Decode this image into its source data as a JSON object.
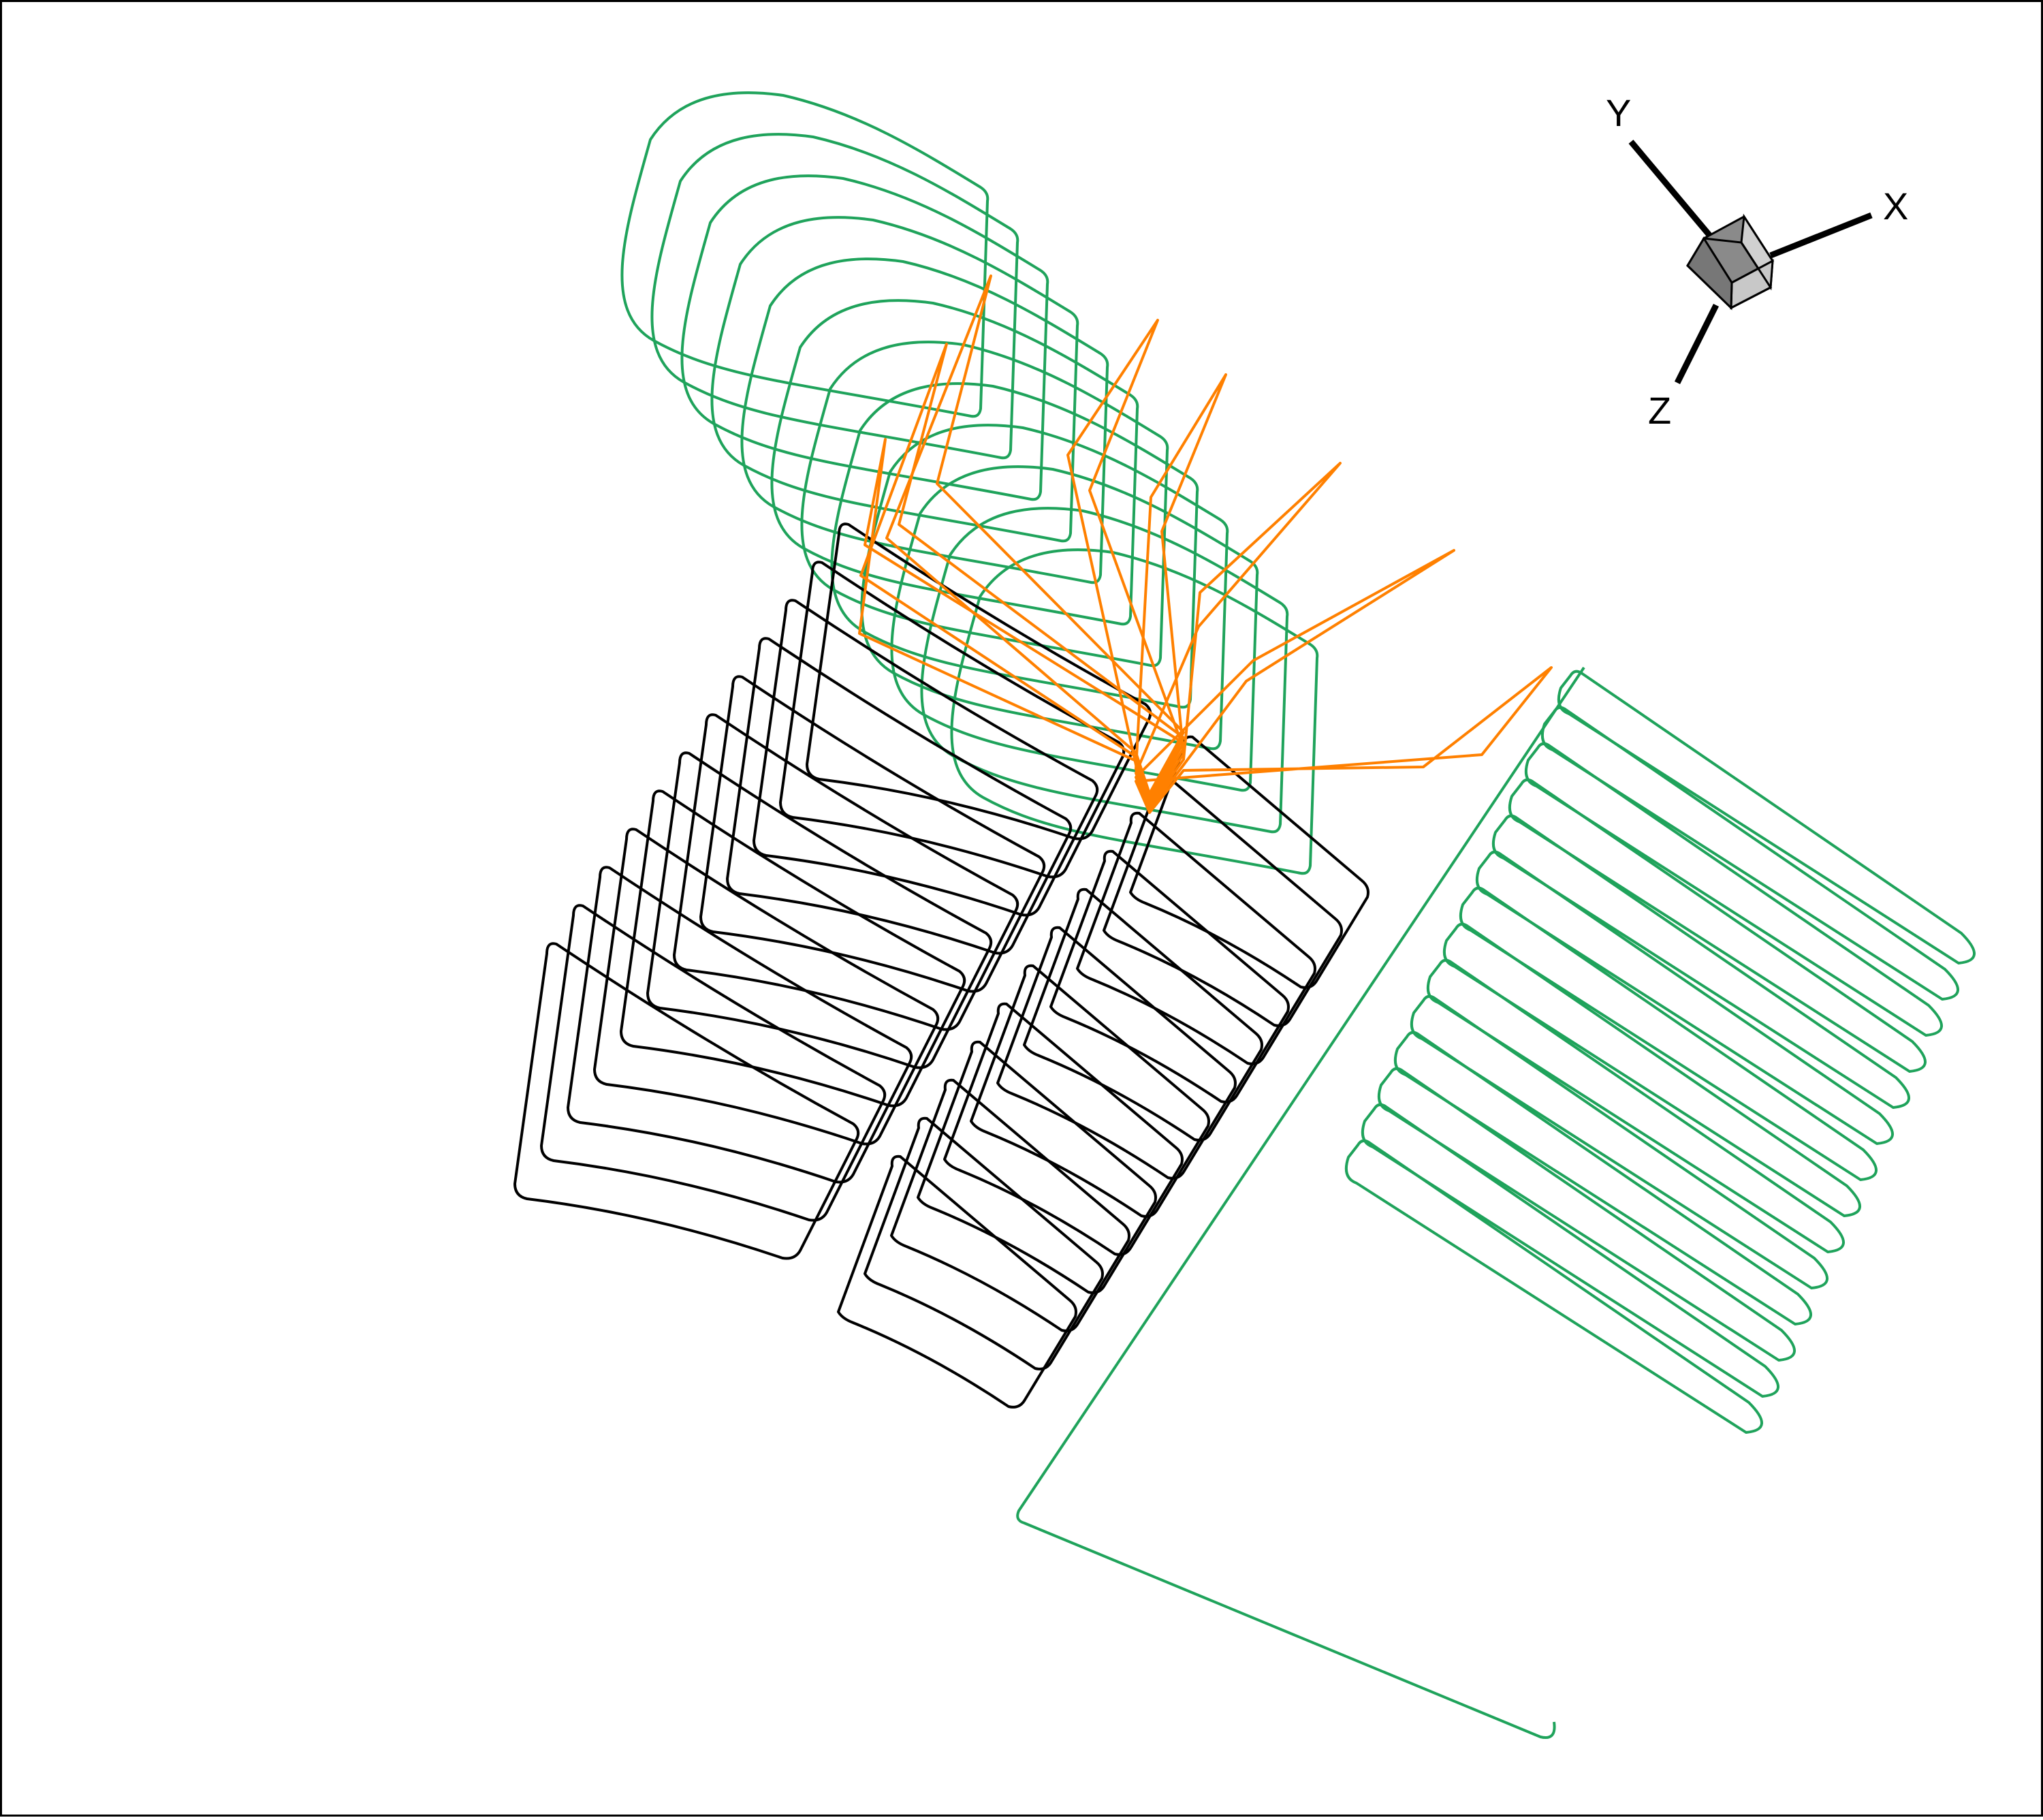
{
  "axes": {
    "x_label": "X",
    "y_label": "Y",
    "z_label": "Z"
  },
  "families": {
    "green_left_loops": {
      "color": "#1fa35b",
      "count": 12
    },
    "black_upper_row": {
      "color": "#000000",
      "count": 12
    },
    "black_lower_row": {
      "color": "#000000",
      "count": 12
    },
    "orange_fan": {
      "color": "#ff8000",
      "count": 8
    },
    "green_right_hairpins": {
      "color": "#1fa35b",
      "count": 14
    }
  }
}
